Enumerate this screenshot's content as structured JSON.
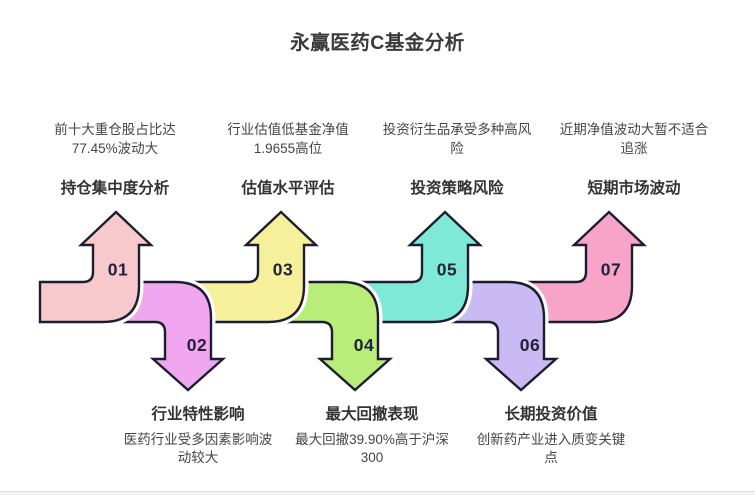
{
  "page": {
    "title": "永赢医药C基金分析"
  },
  "style": {
    "outline": "#1d1d30",
    "halo": "#ffffff",
    "number_color": "#22223a"
  },
  "steps": [
    {
      "num": "01",
      "dir": "up",
      "color": "#f7c9cd",
      "title": "持仓集中度分析",
      "desc": "前十大重仓股占比达\n77.45%波动大"
    },
    {
      "num": "02",
      "dir": "down",
      "color": "#f1a6f0",
      "title": "行业特性影响",
      "desc": "医药行业受多因素影响波\n动较大"
    },
    {
      "num": "03",
      "dir": "up",
      "color": "#f7f09b",
      "title": "估值水平评估",
      "desc": "行业估值低基金净值\n1.9655高位"
    },
    {
      "num": "04",
      "dir": "down",
      "color": "#b7ed78",
      "title": "最大回撤表现",
      "desc": "最大回撤39.90%高于沪深\n300"
    },
    {
      "num": "05",
      "dir": "up",
      "color": "#7ee9d6",
      "title": "投资策略风险",
      "desc": "投资衍生品承受多种高风\n险"
    },
    {
      "num": "06",
      "dir": "down",
      "color": "#c9baf3",
      "title": "长期投资价值",
      "desc": "创新药产业进入质变关键\n点"
    },
    {
      "num": "07",
      "dir": "up",
      "color": "#f8a3c8",
      "title": "短期市场波动",
      "desc": "近期净值波动大暂不适合\n追涨"
    }
  ]
}
